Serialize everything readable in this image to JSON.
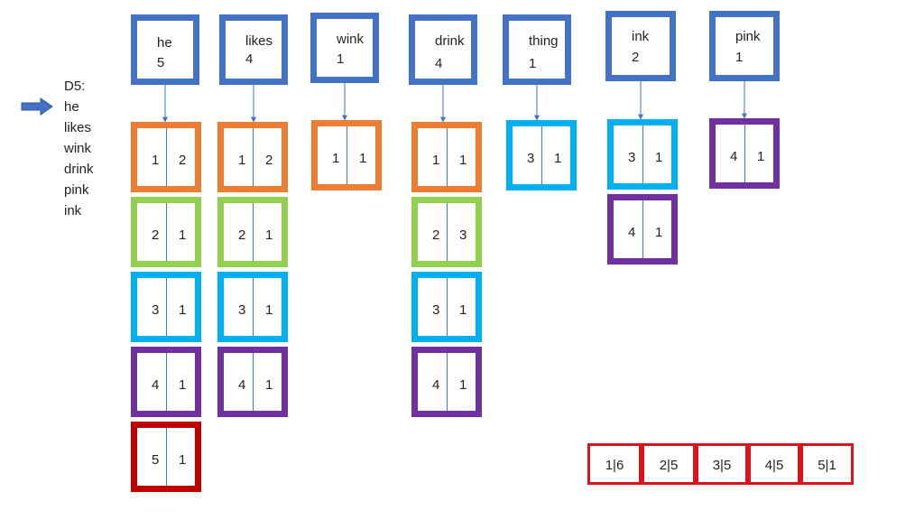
{
  "terms": [
    {
      "word": "he",
      "count": "5"
    },
    {
      "word": "likes",
      "count": "4"
    },
    {
      "word": "wink",
      "count": "1"
    },
    {
      "word": "drink",
      "count": "4"
    },
    {
      "word": "thing",
      "count": "1"
    },
    {
      "word": "ink",
      "count": "2"
    },
    {
      "word": "pink",
      "count": "1"
    }
  ],
  "postings": [
    [
      {
        "doc": "1",
        "tf": "2",
        "color": "#ed7d31"
      },
      {
        "doc": "2",
        "tf": "1",
        "color": "#92d050"
      },
      {
        "doc": "3",
        "tf": "1",
        "color": "#00b0f0"
      },
      {
        "doc": "4",
        "tf": "1",
        "color": "#7030a0"
      },
      {
        "doc": "5",
        "tf": "1",
        "color": "#c00000"
      }
    ],
    [
      {
        "doc": "1",
        "tf": "2",
        "color": "#ed7d31"
      },
      {
        "doc": "2",
        "tf": "1",
        "color": "#92d050"
      },
      {
        "doc": "3",
        "tf": "1",
        "color": "#00b0f0"
      },
      {
        "doc": "4",
        "tf": "1",
        "color": "#7030a0"
      }
    ],
    [
      {
        "doc": "1",
        "tf": "1",
        "color": "#ed7d31"
      }
    ],
    [
      {
        "doc": "1",
        "tf": "1",
        "color": "#ed7d31"
      },
      {
        "doc": "2",
        "tf": "3",
        "color": "#92d050"
      },
      {
        "doc": "3",
        "tf": "1",
        "color": "#00b0f0"
      },
      {
        "doc": "4",
        "tf": "1",
        "color": "#7030a0"
      }
    ],
    [
      {
        "doc": "3",
        "tf": "1",
        "color": "#00b0f0"
      }
    ],
    [
      {
        "doc": "3",
        "tf": "1",
        "color": "#00b0f0"
      },
      {
        "doc": "4",
        "tf": "1",
        "color": "#7030a0"
      }
    ],
    [
      {
        "doc": "4",
        "tf": "1",
        "color": "#7030a0"
      }
    ]
  ],
  "document": {
    "label": "D5:",
    "words": [
      "he",
      "likes",
      "wink",
      "drink",
      "pink",
      "ink"
    ]
  },
  "doc_lengths": [
    "1|6",
    "2|5",
    "3|5",
    "4|5",
    "5|1"
  ],
  "colors": {
    "term_border": "#4472c4",
    "arrow": "#4472c4",
    "doc_lengths_border": "#d9141f"
  }
}
